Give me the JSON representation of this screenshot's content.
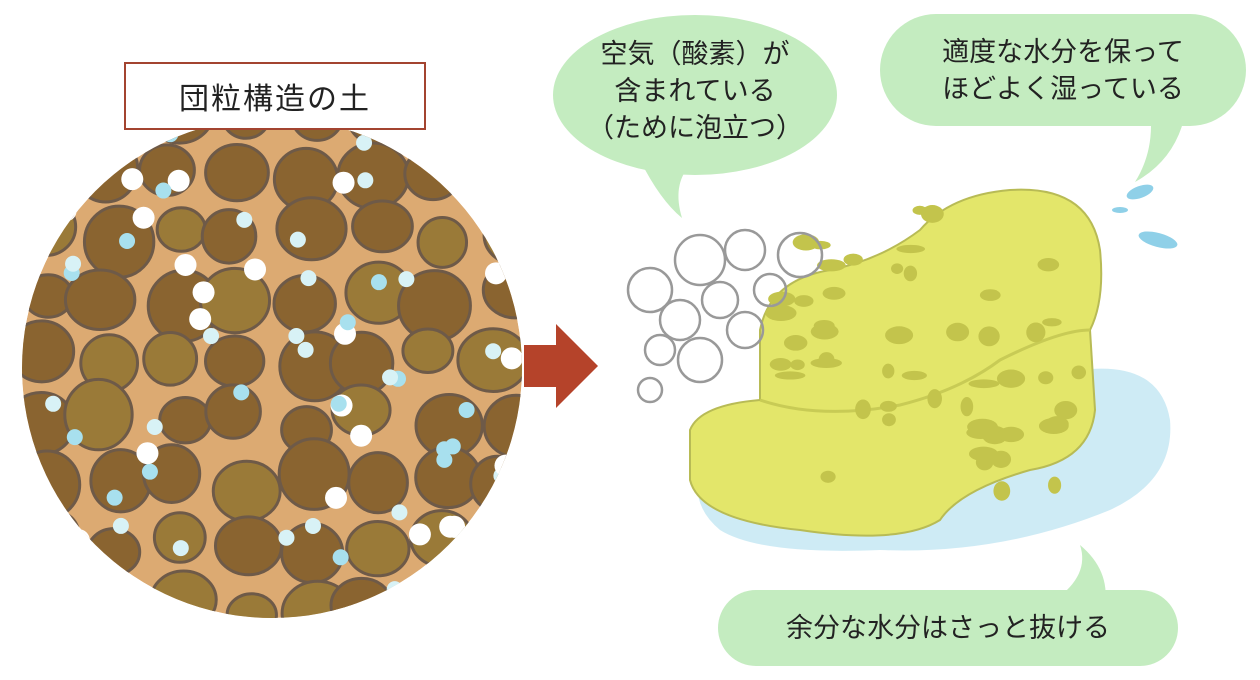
{
  "title_label": "団粒構造の土",
  "bubbles": {
    "air": "空気（酸素）が\n含まれている\n（ために泡立つ）",
    "moisture": "適度な水分を保って\nほどよく湿っている",
    "drainage": "余分な水分はさっと抜ける"
  },
  "colors": {
    "soil_bg": "#dcaa72",
    "soil_crumb": "#8a6a30",
    "arrow": "#b5432a",
    "bubble": "#c4ecc0",
    "sponge": "#e3e66a",
    "water": "#bfe6f2"
  }
}
